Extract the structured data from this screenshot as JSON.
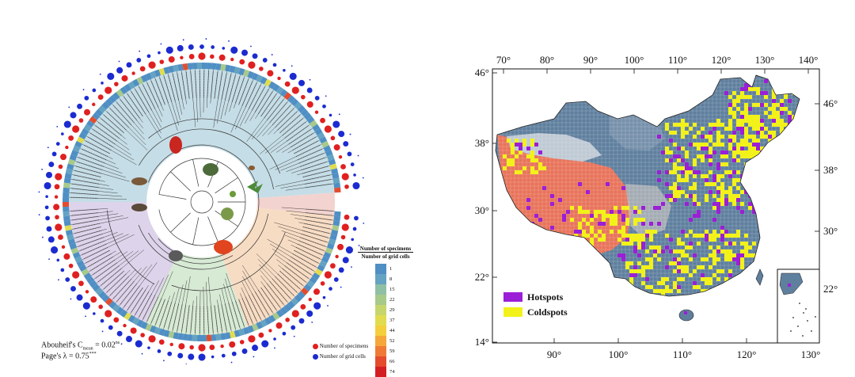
{
  "phylogeny": {
    "stats": {
      "abouheif_label": "Abouheif's C",
      "abouheif_sub": "mean",
      "abouheif_value": " = 0.02",
      "abouheif_sig": "ns",
      "page_label": "Page's λ = 0.75",
      "page_sig": "***"
    },
    "scale_title_top": "Number of specimens",
    "scale_title_bottom": "Number of grid cells",
    "scale_values": [
      "1",
      "8",
      "15",
      "22",
      "29",
      "37",
      "44",
      "52",
      "59",
      "66",
      "74"
    ],
    "scale_colors": [
      "#4f8fc4",
      "#64a3c2",
      "#8fbfa5",
      "#a7c98a",
      "#c6d66c",
      "#e1dc4f",
      "#f4cf3c",
      "#f5a73a",
      "#ef7a35",
      "#e44c2d",
      "#d31f24"
    ],
    "legend": [
      {
        "label": "Number of specimens",
        "color": "#e02020"
      },
      {
        "label": "Number of grid cells",
        "color": "#1b2bd0"
      }
    ],
    "clade_colors": {
      "blue": "#c5dde6",
      "pink": "#f3d3cf",
      "orange": "#f7dcc4",
      "green": "#d7ead4",
      "purple": "#ddd3ea"
    }
  },
  "map": {
    "top_ticks": [
      "70°",
      "80°",
      "90°",
      "100°",
      "110°",
      "120°",
      "130°",
      "140°"
    ],
    "bottom_ticks": [
      "90°",
      "100°",
      "110°",
      "120°",
      "130°"
    ],
    "left_ticks": [
      "46°",
      "38°",
      "30°",
      "22°",
      "14°"
    ],
    "right_ticks": [
      "46°",
      "38°",
      "30°",
      "22°"
    ],
    "legend": [
      {
        "label": "Hotspots",
        "color": "#9b1fd6"
      },
      {
        "label": "Coldspots",
        "color": "#f2f21a"
      }
    ],
    "colors": {
      "china_gray": "#5f7f9e",
      "tibet": "#e8735a",
      "taklamakan": "#bfc9d4",
      "hotspot": "#9b1fd6",
      "coldspot": "#f2f21a"
    }
  }
}
